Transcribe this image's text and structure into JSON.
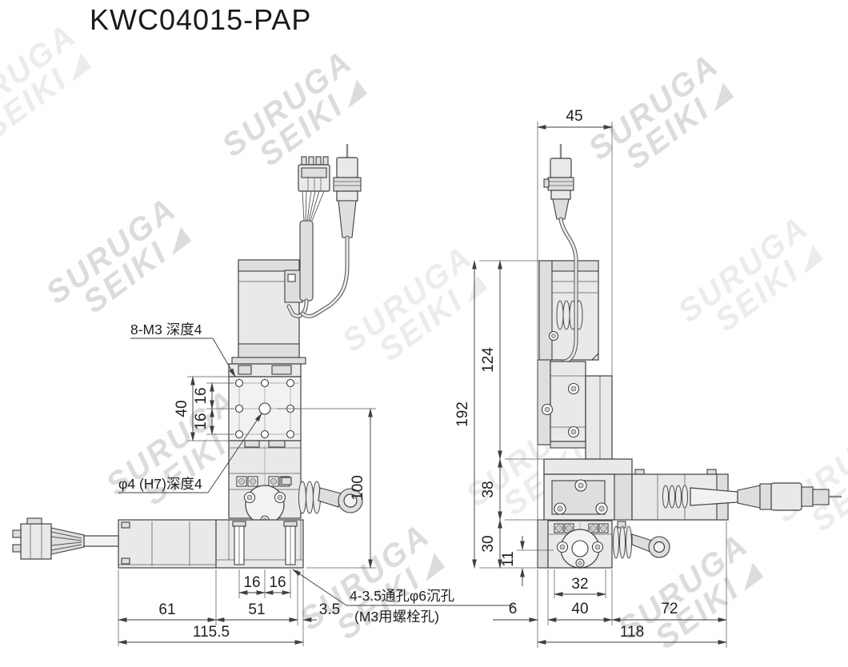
{
  "title": "KWC04015-PAP",
  "watermark": {
    "line1": "SURUGA",
    "line2": "SEIKI"
  },
  "front_view": {
    "callouts": {
      "tap_holes": "8-M3 深度4",
      "center_hole": "φ4 (H7)深度4",
      "base_holes_line1": "4-3.5通孔φ6沉孔",
      "base_holes_line2": "(M3用螺栓孔)"
    },
    "dims": {
      "table_size": "40",
      "pitch_v_upper": "16",
      "pitch_v_lower": "16",
      "pitch_h_left": "16",
      "pitch_h_right": "16",
      "height": "100",
      "motor_section": "61",
      "body_section": "51",
      "edge_offset": "3.5",
      "overall_length": "115.5"
    }
  },
  "side_view": {
    "dims": {
      "depth": "45",
      "overall_height": "192",
      "upper_height": "124",
      "mid_height": "38",
      "lower_height": "30",
      "base_step": "11",
      "hole_pitch": "32",
      "table_width": "40",
      "motor_overhang": "72",
      "edge_offset": "6",
      "base_width": "118"
    }
  }
}
